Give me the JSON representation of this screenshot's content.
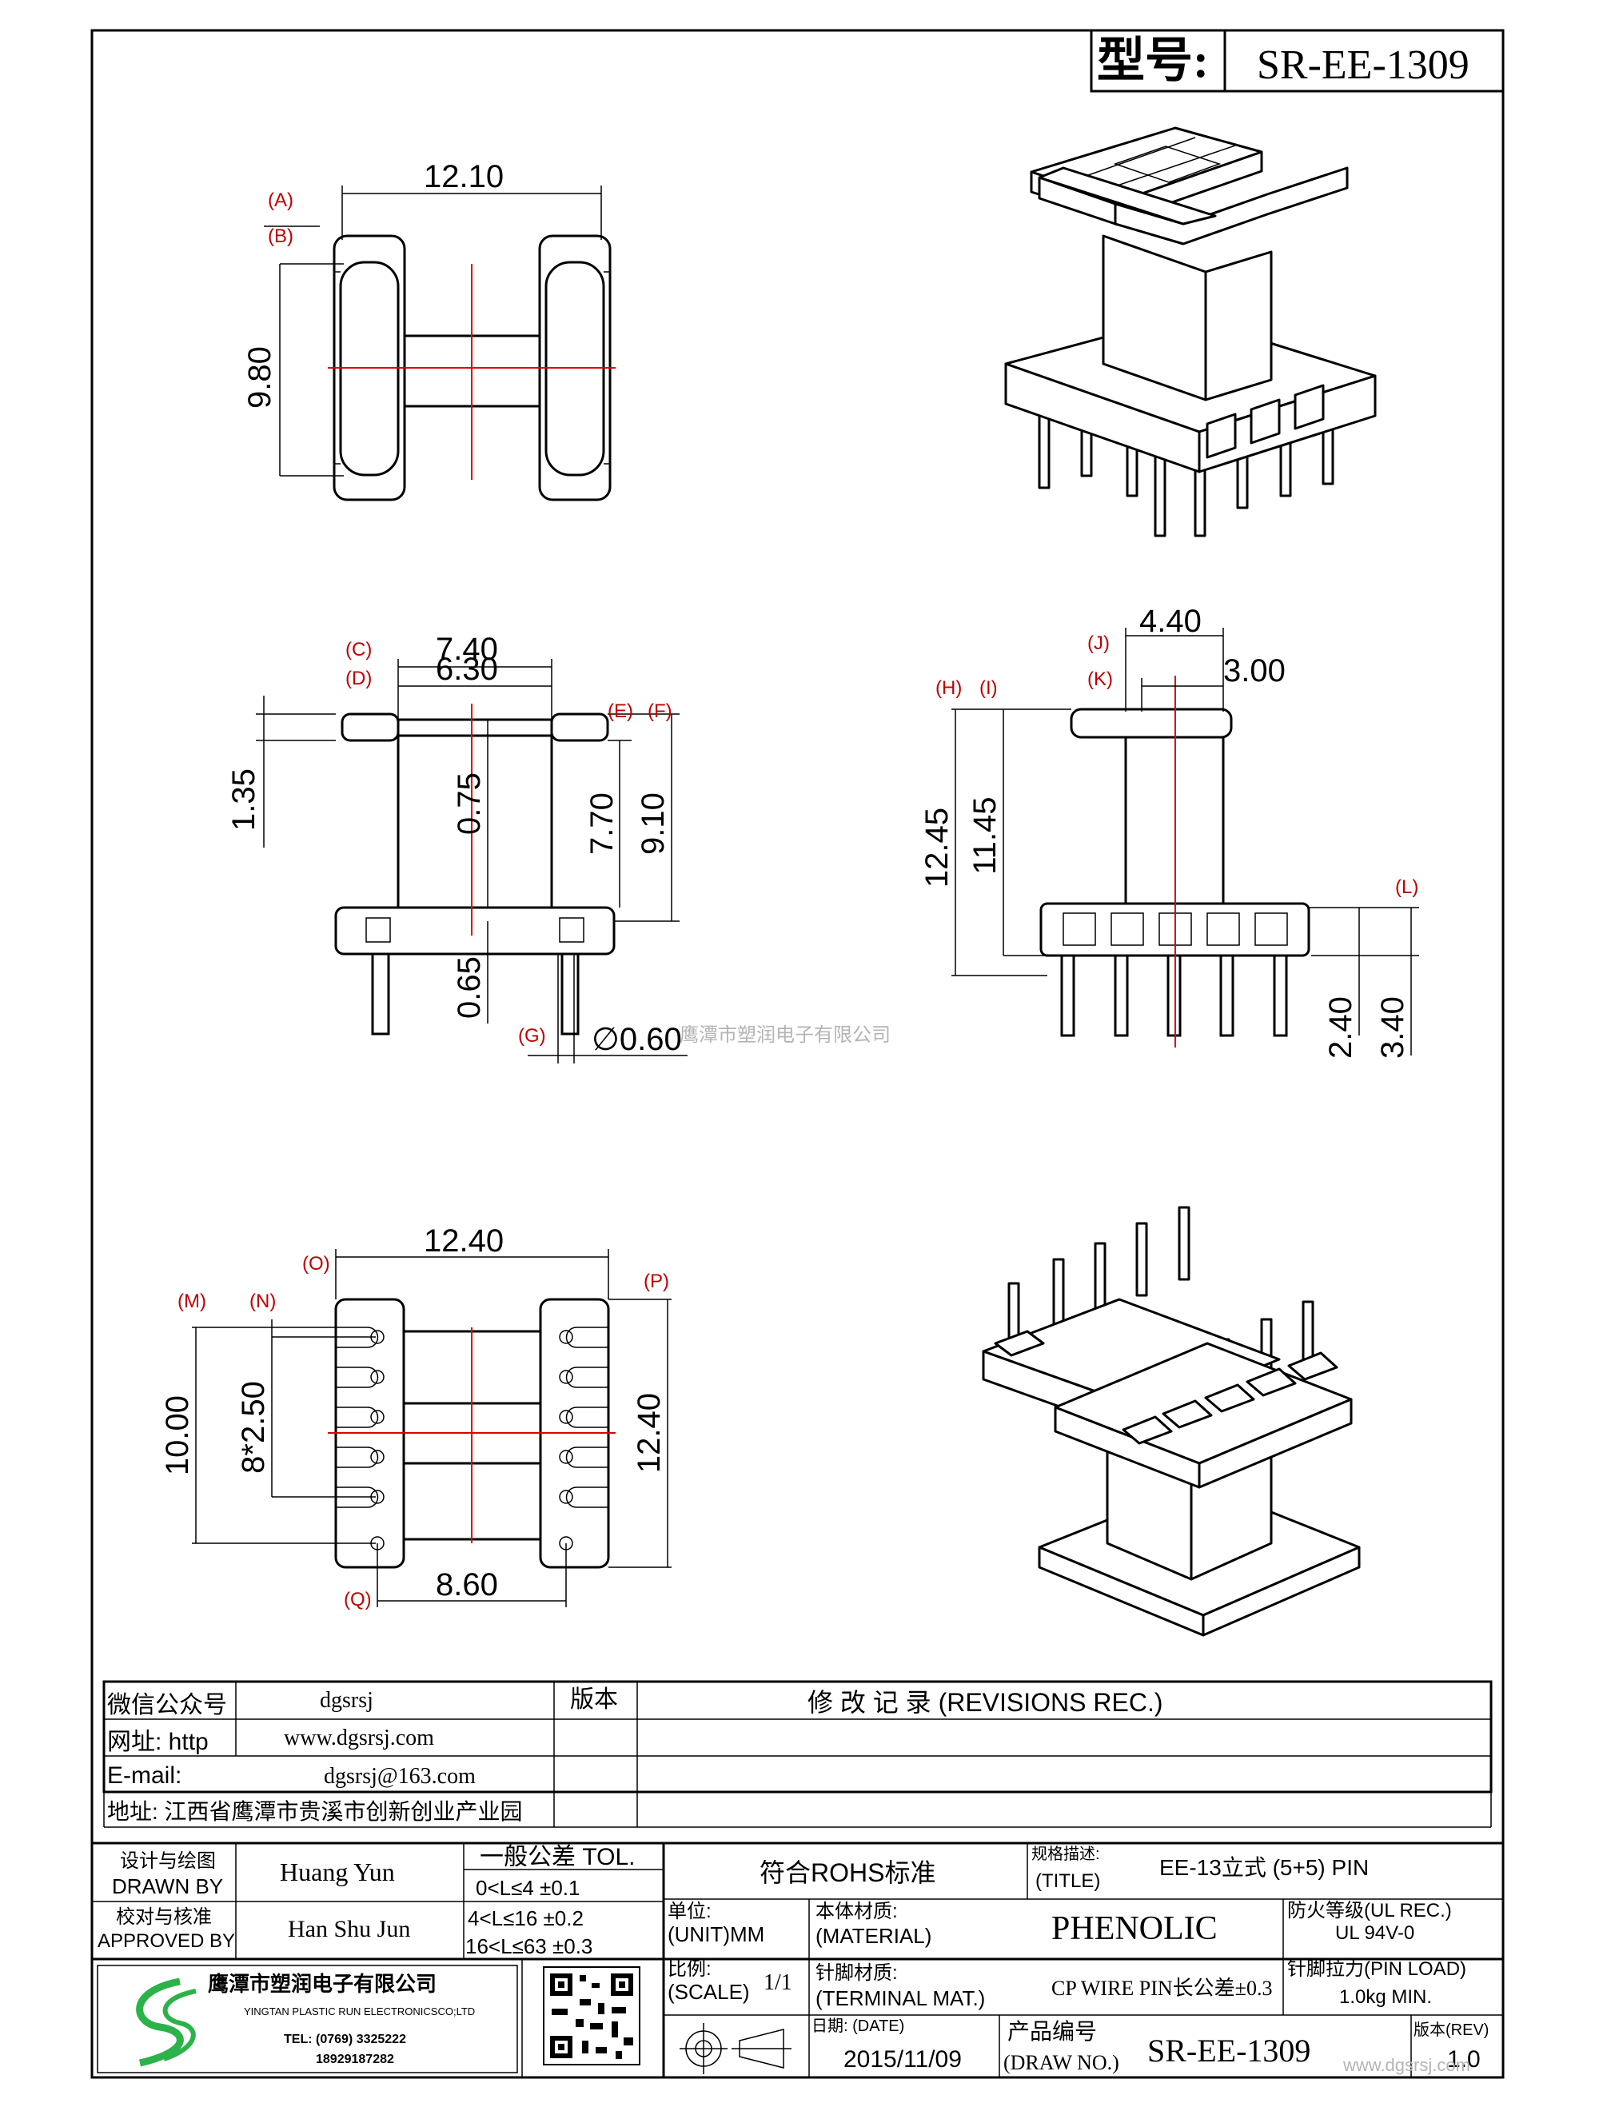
{
  "title_block": {
    "model_label": "型号:",
    "model_value": "SR-EE-1309"
  },
  "dimensions": {
    "top_width": "12.10",
    "top_height": "9.80",
    "front_outer": "7.40",
    "front_inner": "6.30",
    "front_flange": "1.35",
    "front_center": "0.75",
    "front_h1": "7.70",
    "front_h2": "9.10",
    "front_pin_offset": "0.65",
    "front_pin_dia": "∅0.60",
    "side_w1": "4.40",
    "side_w2": "3.00",
    "side_h1": "12.45",
    "side_h2": "11.45",
    "side_pin1": "2.40",
    "side_pin2": "3.40",
    "bottom_width": "12.40",
    "bottom_h1": "10.00",
    "bottom_pitch": "8*2.50",
    "bottom_h2": "12.40",
    "bottom_pin_span": "8.60"
  },
  "markers": [
    "(A)",
    "(B)",
    "(C)",
    "(D)",
    "(E)",
    "(F)",
    "(G)",
    "(H)",
    "(I)",
    "(J)",
    "(K)",
    "(L)",
    "(M)",
    "(N)",
    "(O)",
    "(P)",
    "(Q)"
  ],
  "watermark": "鹰潭市塑润电子有限公司",
  "watermark2": "www.dgsrsj.com",
  "info_table": {
    "wechat_label": "微信公众号",
    "wechat_value": "dgsrsj",
    "web_label": "网址: http",
    "web_value": "www.dgsrsj.com",
    "email_label": "E-mail:",
    "email_value": "dgsrsj@163.com",
    "address_label": "地址: 江西省鹰潭市贵溪市创新创业产业园",
    "version_label": "版本",
    "revisions_label": "修 改 记 录  (REVISIONS REC.)"
  },
  "bottom_block": {
    "drawn_cn": "设计与绘图",
    "drawn_en": "DRAWN BY",
    "drawn_name": "Huang Yun",
    "approved_cn": "校对与核准",
    "approved_en": "APPROVED BY",
    "approved_name": "Han Shu Jun",
    "tol_title": "一般公差 TOL.",
    "tol_r1": "0<L≤4  ±0.1",
    "tol_r2": "4<L≤16 ±0.2",
    "tol_r3": "16<L≤63 ±0.3",
    "rohs": "符合ROHS标准",
    "title_cn": "规格描述:",
    "title_en": "(TITLE)",
    "title_value": "EE-13立式 (5+5) PIN",
    "unit_cn": "单位:",
    "unit_en": "(UNIT)MM",
    "material_cn": "本体材质:",
    "material_en": "(MATERIAL)",
    "material_value": "PHENOLIC",
    "ul_cn": "防火等级(UL REC.)",
    "ul_value": "UL 94V-0",
    "scale_cn": "比例:",
    "scale_en": "(SCALE)",
    "scale_value": "1/1",
    "terminal_cn": "针脚材质:",
    "terminal_en": "(TERMINAL MAT.)",
    "terminal_value": "CP WIRE  PIN长公差±0.3",
    "pinload_cn": "针脚拉力(PIN LOAD)",
    "pinload_value": "1.0kg MIN.",
    "date_cn": "日期: (DATE)",
    "date_value": "2015/11/09",
    "drawno_cn": "产品编号",
    "drawno_en": "(DRAW NO.)",
    "drawno_value": "SR-EE-1309",
    "rev_cn": "版本(REV)",
    "rev_value": "1.0",
    "company_cn": "鹰潭市塑润电子有限公司",
    "company_en": "YINGTAN PLASTIC RUN ELECTRONICSCO;LTD",
    "tel": "TEL: (0769) 3325222",
    "mobile": "18929187282"
  },
  "colors": {
    "line": "#000000",
    "center": "#e00000",
    "watermark": "#b4b4b4"
  }
}
